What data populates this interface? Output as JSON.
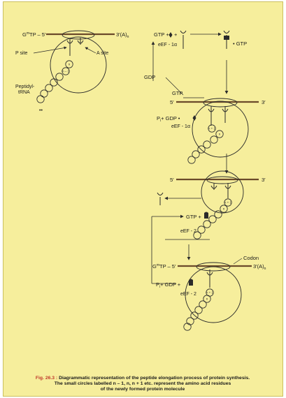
{
  "panel1": {
    "left5": "G",
    "sup": "m",
    "left5b": "TP – 5′",
    "right3": "3′(A)",
    "sub": "n",
    "psite": "P site",
    "asite": "A site",
    "peptidyl1": "Peptidyl-",
    "peptidyl2": "tRNA",
    "ellipsis": "••"
  },
  "panel2": {
    "gtp_left": "GTP +",
    "plus": "+",
    "gtp_right": "• GTP",
    "eef1a": "eEF - 1α",
    "gdp": "GDP",
    "gtp": "GTP",
    "five": "5′",
    "three": "3′",
    "pi_gdp": "P",
    "pi_sub": "i",
    "pi_rest": "+ GDP •",
    "eef1a_b": "eEF - 1α"
  },
  "panel3": {
    "five": "5′",
    "three": "3′"
  },
  "panel4": {
    "gtp_plus": "GTP +",
    "eef2": "eEF - 2",
    "left5": "G",
    "sup": "m",
    "left5b": "TP – 5′",
    "codon": "Codon",
    "right3": "3′(A)",
    "sub": "n",
    "pi_gdp": "P",
    "pi_sub": "i",
    "pi_rest": "+ GDP +",
    "eef2_b": "eEF - 2"
  },
  "bead_labels": {
    "n": "n",
    "n_minus_1": "n – 1",
    "n_plus_1": "n + 1"
  },
  "caption": {
    "fig": "Fig. 26.3 :",
    "line1": "Diagrammatic representation of the peptide elongation process of protein synthesis.",
    "line2": "The small circles labelled n – 1, n, n + 1 etc. represent the amino acid residues",
    "line3": "of the newly formed protein molecule"
  },
  "colors": {
    "background": "#f6ee9c",
    "line": "#2a2a2a",
    "mrna": "#6b4a2a",
    "caption_fig": "#c0392b"
  }
}
